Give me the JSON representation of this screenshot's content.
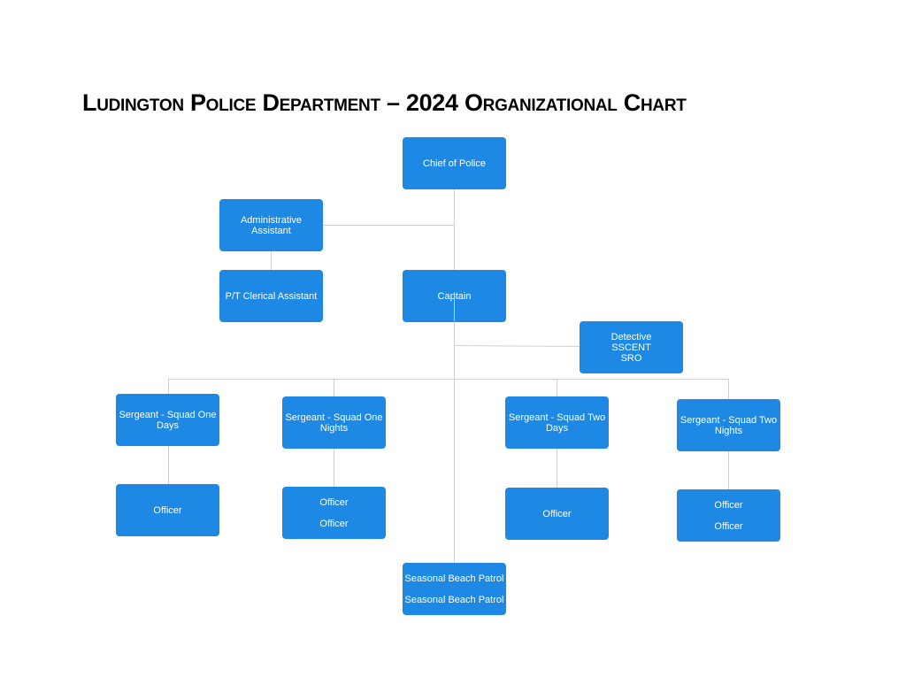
{
  "title": "Ludington Police Department – 2024 Organizational Chart",
  "colors": {
    "box_fill": "#1e88e5",
    "box_text": "#ffffff",
    "connector": "#d0d0d0",
    "title_text": "#000000"
  },
  "nodes": {
    "chief": {
      "lines": [
        "Chief of Police"
      ]
    },
    "admin": {
      "lines": [
        "Administrative",
        "Assistant"
      ]
    },
    "clerical": {
      "lines": [
        "P/T Clerical Assistant"
      ]
    },
    "captain": {
      "lines": [
        "Captain"
      ]
    },
    "detective": {
      "lines": [
        "Detective",
        "SSCENT",
        "SRO"
      ]
    },
    "sgt_one_days": {
      "lines": [
        "Sergeant - Squad One",
        "Days"
      ]
    },
    "sgt_one_nights": {
      "lines": [
        "Sergeant - Squad One",
        "Nights"
      ]
    },
    "sgt_two_days": {
      "lines": [
        "Sergeant - Squad Two",
        "Days"
      ]
    },
    "sgt_two_nights": {
      "lines": [
        "Sergeant - Squad Two",
        "Nights"
      ]
    },
    "officers_one_days": {
      "lines": [
        "Officer"
      ]
    },
    "officers_one_nights": {
      "lines": [
        "Officer",
        "Officer"
      ]
    },
    "officers_two_days": {
      "lines": [
        "Officer"
      ]
    },
    "officers_two_nights": {
      "lines": [
        "Officer",
        "Officer"
      ]
    },
    "beach_patrol": {
      "lines": [
        "Seasonal Beach Patrol",
        "Seasonal Beach Patrol"
      ]
    }
  },
  "hierarchy": {
    "Chief of Police": [
      "Administrative Assistant",
      "Captain"
    ],
    "Administrative Assistant": [
      "P/T Clerical Assistant"
    ],
    "Captain": [
      "Detective / SSCENT / SRO",
      "Sergeant - Squad One Days",
      "Sergeant - Squad One Nights",
      "Sergeant - Squad Two Days",
      "Sergeant - Squad Two Nights",
      "Seasonal Beach Patrol"
    ],
    "Sergeant - Squad One Days": [
      "Officer"
    ],
    "Sergeant - Squad One Nights": [
      "Officer",
      "Officer"
    ],
    "Sergeant - Squad Two Days": [
      "Officer"
    ],
    "Sergeant - Squad Two Nights": [
      "Officer",
      "Officer"
    ]
  }
}
